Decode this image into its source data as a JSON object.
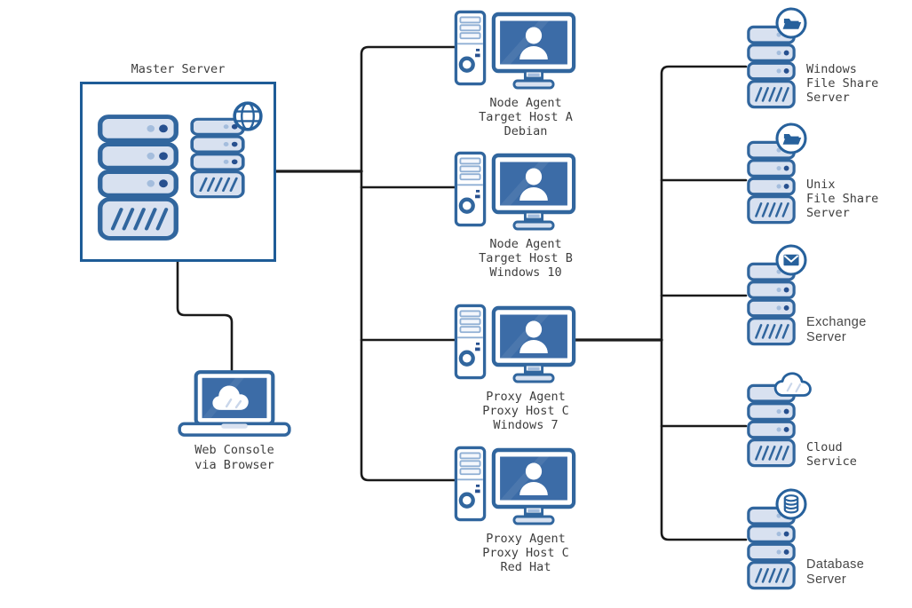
{
  "colors": {
    "icon_outline": "#31669e",
    "icon_fill": "#d8e1f0",
    "screen_blue": "#3c6ca7",
    "badge_blue": "#27619c",
    "dot_light": "#a4bddd",
    "dot_dark": "#27508f",
    "slat_light": "#8fafd4",
    "wire": "#1a1a1a",
    "box_border": "#1e5c97",
    "text": "#3e3e3e"
  },
  "master": {
    "label": "Master Server"
  },
  "console": {
    "line1": "Web Console",
    "line2": "via Browser"
  },
  "agents": [
    {
      "role": "Node Agent",
      "host": "Target Host A",
      "os": "Debian"
    },
    {
      "role": "Node Agent",
      "host": "Target Host B",
      "os": "Windows 10"
    },
    {
      "role": "Proxy Agent",
      "host": "Proxy Host C",
      "os": "Windows 7"
    },
    {
      "role": "Proxy Agent",
      "host": "Proxy Host C",
      "os": "Red Hat"
    }
  ],
  "servers": [
    {
      "line1": "Windows",
      "line2": "File Share",
      "line3": "Server",
      "badge": "folder-icon"
    },
    {
      "line1": "Unix",
      "line2": "File Share",
      "line3": "Server",
      "badge": "folder-icon"
    },
    {
      "line1": "Exchange",
      "line2": "Server",
      "badge": "mail-icon"
    },
    {
      "line1": "Cloud",
      "line2": "Service",
      "badge": "cloud-icon"
    },
    {
      "line1": "Database",
      "line2": "Server",
      "badge": "database-icon"
    }
  ]
}
